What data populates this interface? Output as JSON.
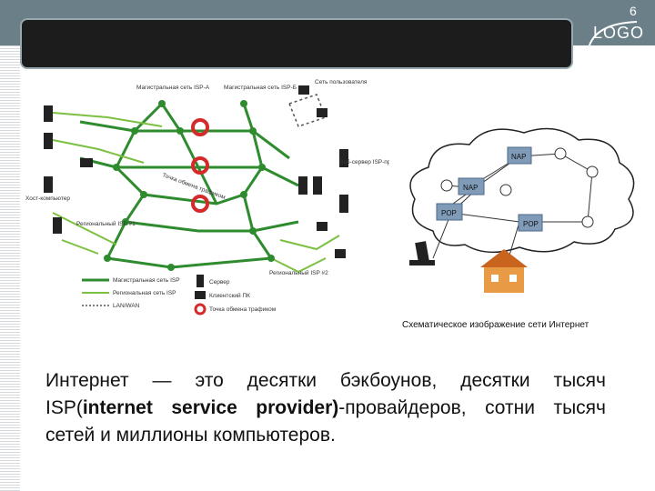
{
  "header": {
    "logo_text": "LOGO",
    "page_number": "6"
  },
  "left_diagram": {
    "labels": {
      "backbone_a": "Магистральная сеть ISP-А",
      "backbone_b": "Магистральная сеть ISP-Б",
      "users": "Сеть пользователя",
      "server_isp": "Веб-сервер ISP-провайдера",
      "home": "Хост-компьютер",
      "regional_1": "Региональный ISP #1",
      "regional_2": "Региональный ISP #2",
      "exchange": "Точка обмена трафиком"
    },
    "legend": [
      {
        "symbol": "thick-line",
        "text": "Магистральная сеть ISP"
      },
      {
        "symbol": "thin-line",
        "text": "Региональная сеть ISP"
      },
      {
        "symbol": "dotted-line",
        "text": "LAN/WAN"
      },
      {
        "symbol": "server",
        "text": "Сервер"
      },
      {
        "symbol": "pc",
        "text": "Клиентский ПК"
      },
      {
        "symbol": "ring",
        "text": "Точка обмена трафиком"
      }
    ]
  },
  "right_diagram": {
    "nodes": [
      "NAP",
      "NAP",
      "POP",
      "POP"
    ]
  },
  "caption": "Схематическое изображение сети Интернет",
  "body": {
    "p1_a": "Интернет — это десятки бэкбоунов, десятки тысяч ISP(",
    "p1_bold": "internet service provider)",
    "p1_b": "-провайдеров, сотни тысяч сетей и миллионы компьютеров."
  },
  "colors": {
    "top_band": "#6b7f88",
    "title_bar": "#1c1c1c",
    "backbone_green": "#2e8b2e",
    "regional_green": "#7cc043",
    "exchange_red": "#d42a2a"
  }
}
